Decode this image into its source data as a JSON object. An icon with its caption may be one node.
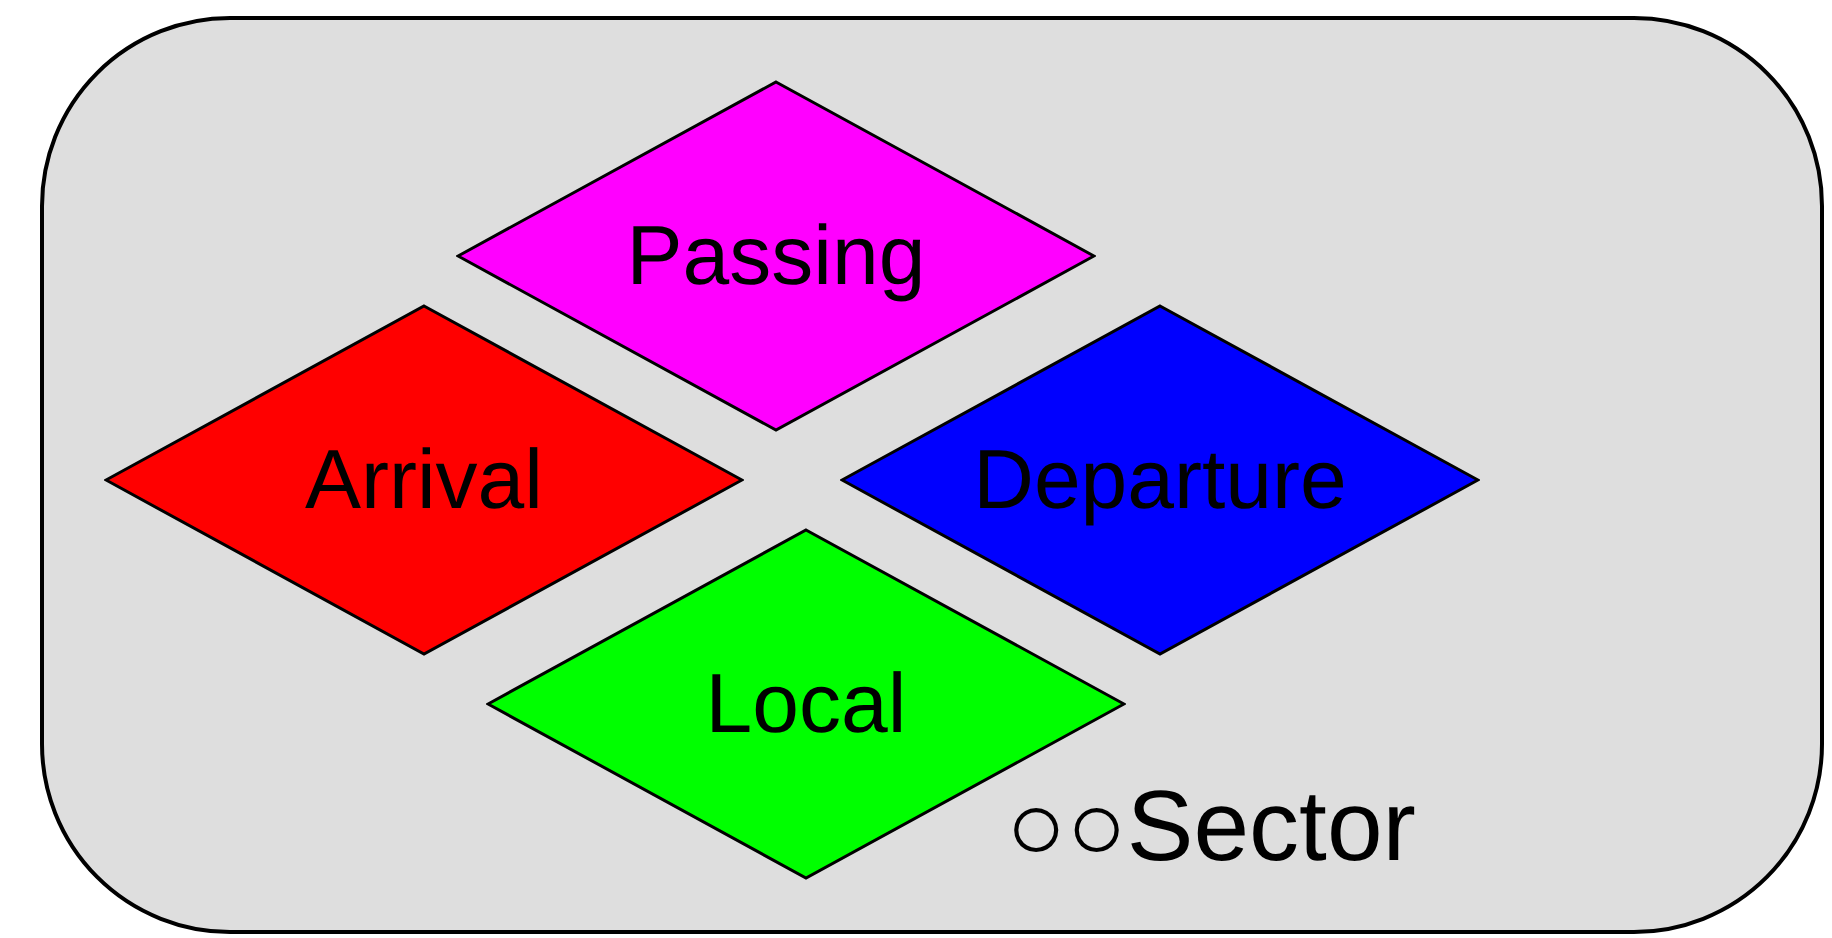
{
  "diagram": {
    "nodes": [
      {
        "text": [
          "○○Sector"
        ]
      },
      {
        "text": [
          "Passing"
        ],
        "in": 0
      },
      {
        "text": [
          "Arrival"
        ],
        "in": 0
      },
      {
        "text": [
          "Departure"
        ],
        "in": 0
      },
      {
        "text": [
          "Local"
        ],
        "in": 0
      }
    ]
  }
}
